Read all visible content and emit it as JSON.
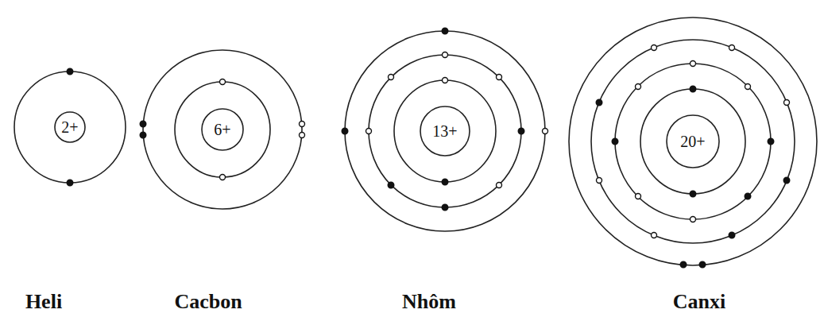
{
  "diagram": {
    "nodes": [
      {
        "text": [
          "Heli"
        ]
      },
      {
        "text": [
          "2+"
        ],
        "in": 0
      },
      {
        "text": [
          "Cacbon"
        ]
      },
      {
        "text": [
          "6+"
        ],
        "in": 2
      },
      {
        "text": [
          "Nhôm"
        ]
      },
      {
        "text": [
          "13+"
        ],
        "in": 4
      },
      {
        "text": [
          "Canxi"
        ]
      },
      {
        "text": [
          "20+"
        ],
        "in": 6
      }
    ]
  }
}
